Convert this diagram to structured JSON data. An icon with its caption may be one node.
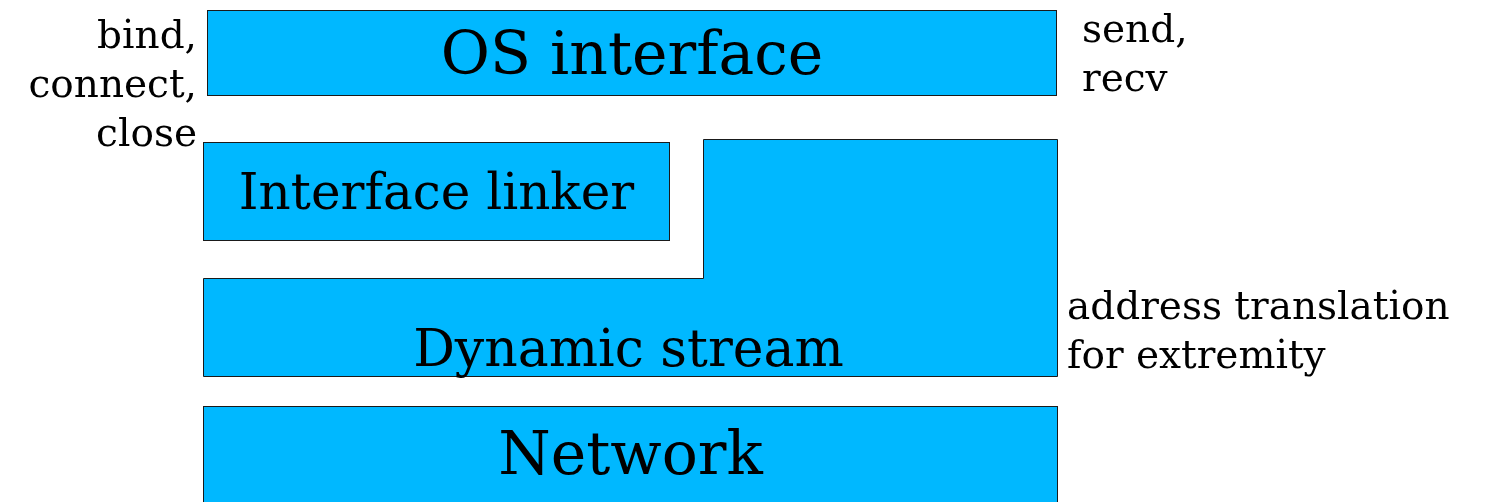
{
  "diagram": {
    "nodes": [
      {
        "text": [
          "OS interface"
        ],
        "beside": [
          "bind, connect, close",
          "send, recv"
        ]
      },
      {
        "text": [
          "Interface linker"
        ]
      },
      {
        "text": [
          "Dynamic stream"
        ],
        "beside": [
          "address translation for extremity"
        ]
      },
      {
        "text": [
          "Network"
        ]
      }
    ]
  }
}
